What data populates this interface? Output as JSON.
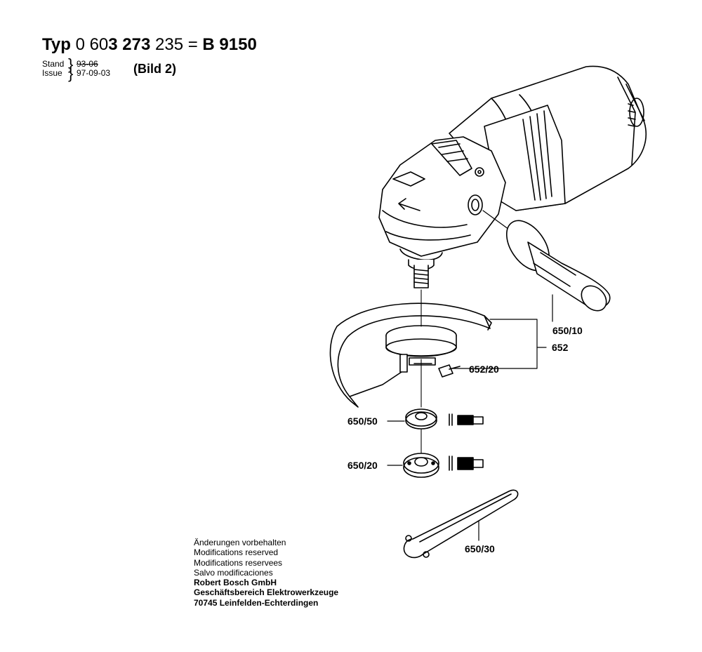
{
  "header": {
    "typ_label": "Typ",
    "number_part1": "0 60",
    "number_part2": "3 273",
    "number_part3": " 235 = ",
    "model": "B 9150"
  },
  "stand": {
    "stand_label": "Stand",
    "issue_label": "Issue",
    "stand_value": "93-06",
    "issue_value": "97-09-03"
  },
  "bild": "(Bild 2)",
  "parts": {
    "handle": "650/10",
    "guard": "652",
    "screw": "652/20",
    "flange": "650/50",
    "nut": "650/20",
    "wrench": "650/30"
  },
  "notes": [
    "Änderungen vorbehalten",
    "Modifications reserved",
    "Modifications reservees",
    "Salvo modificaciones",
    "Robert Bosch GmbH",
    "Geschäftsbereich Elektrowerkzeuge",
    "70745 Leinfelden-Echterdingen"
  ]
}
